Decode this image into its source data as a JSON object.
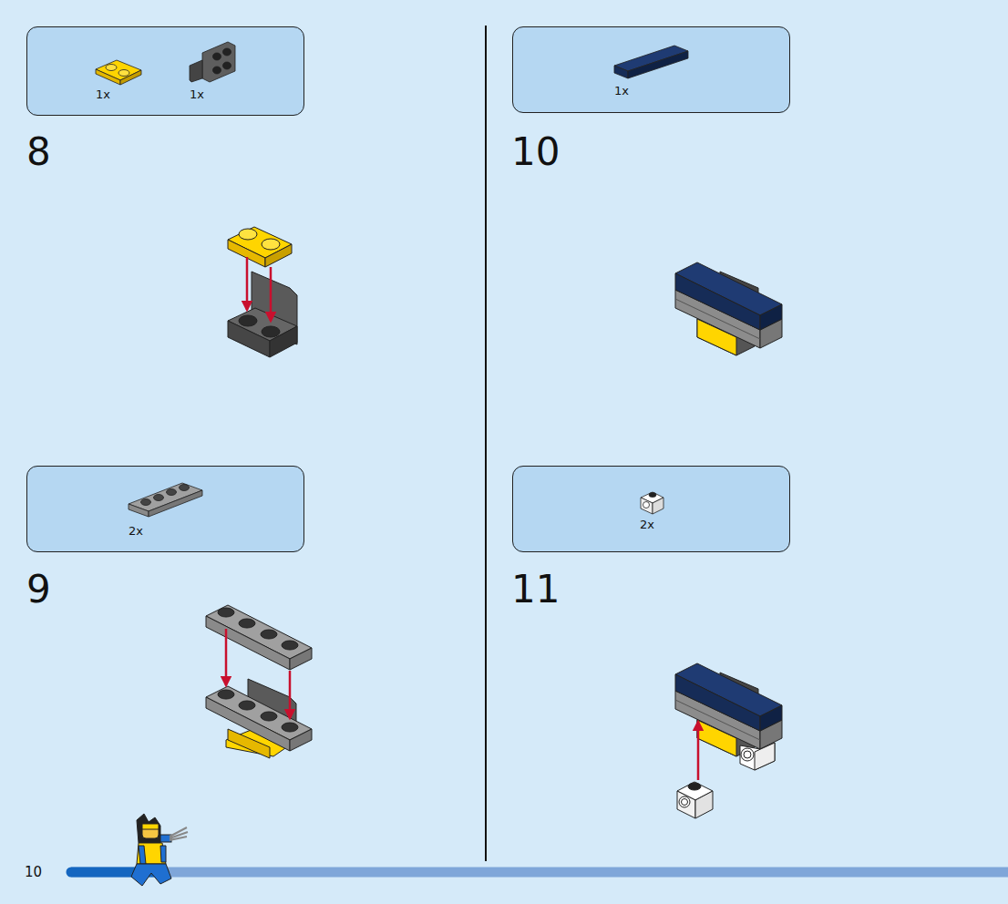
{
  "diagram": {
    "nodes": [
      {
        "text": [
          "1x",
          "1x"
        ]
      },
      {
        "text": [
          "2x"
        ]
      },
      {
        "text": [
          "1x"
        ]
      },
      {
        "text": [
          "2x"
        ]
      }
    ],
    "labels": [
      "8",
      "9",
      "10",
      "11",
      "10"
    ]
  }
}
